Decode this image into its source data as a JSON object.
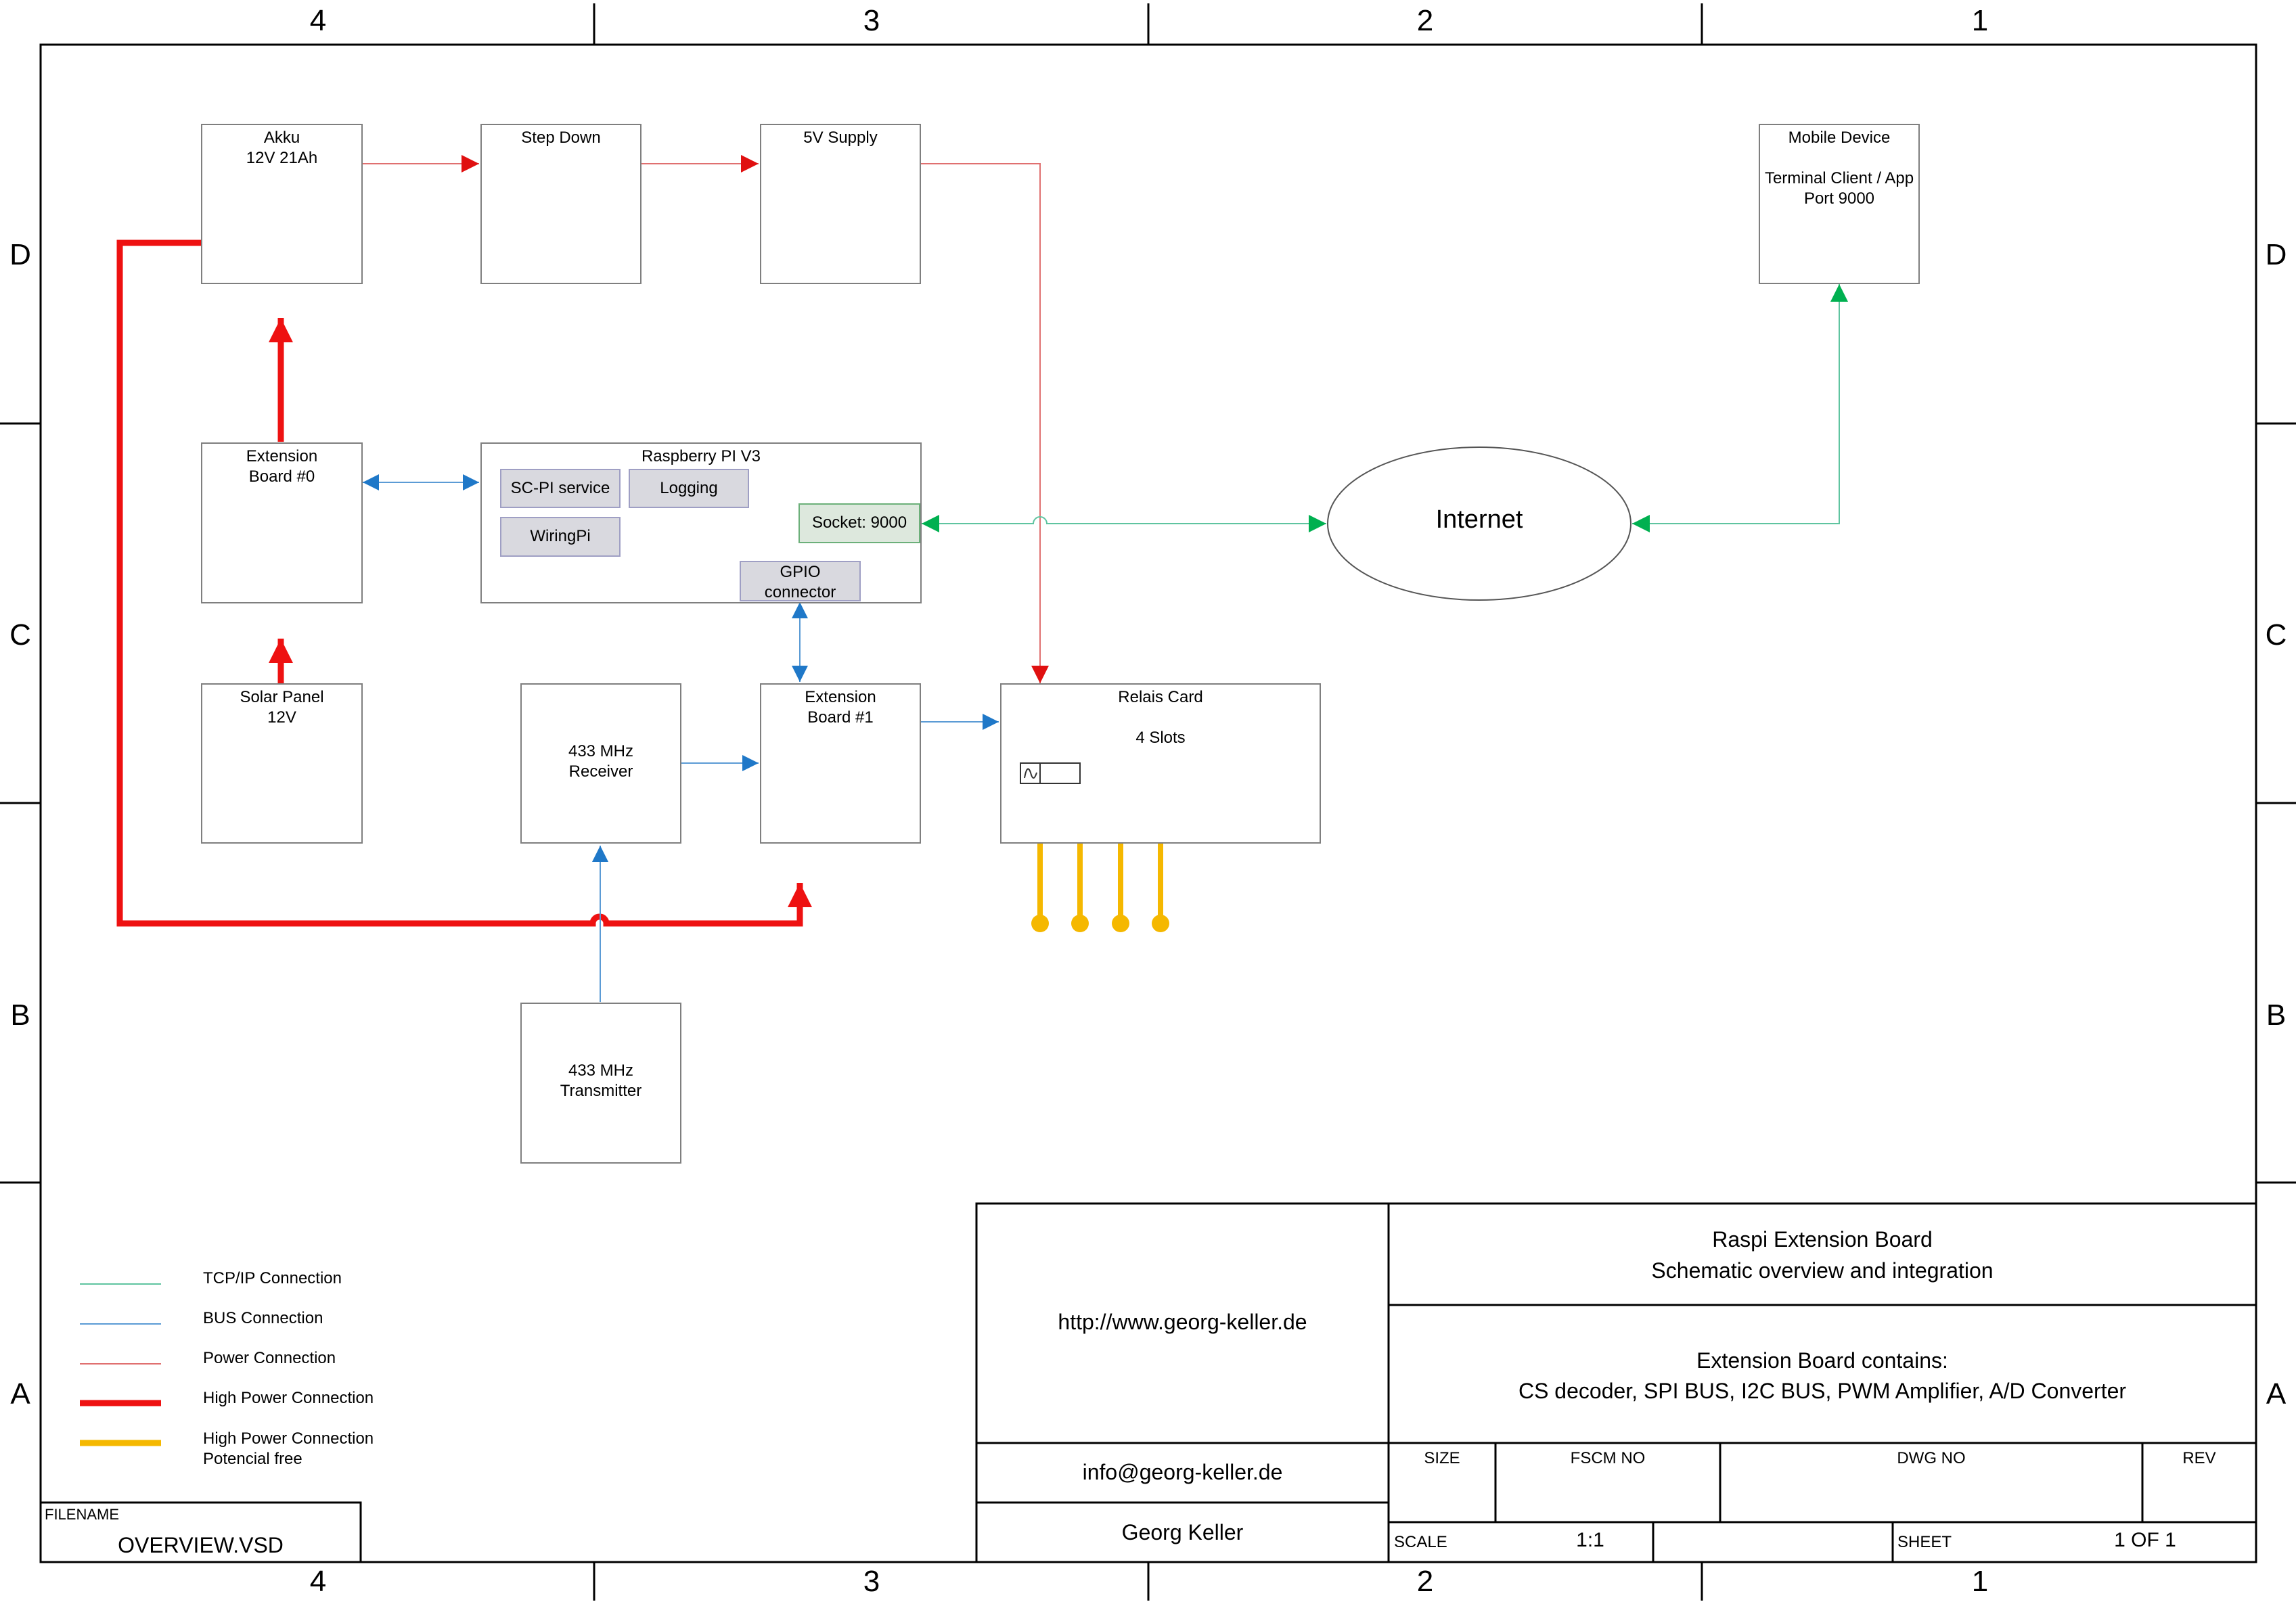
{
  "frame": {
    "col_labels": [
      "4",
      "3",
      "2",
      "1"
    ],
    "row_labels": [
      "D",
      "C",
      "B",
      "A"
    ]
  },
  "blocks": {
    "akku": "Akku\n12V 21Ah",
    "step_down": "Step Down",
    "supply_5v": "5V Supply",
    "mobile": "Mobile Device\n\nTerminal Client / App\nPort 9000",
    "ext0": "Extension\nBoard #0",
    "raspi": "Raspberry PI V3",
    "sc_pi": "SC-PI service",
    "logging": "Logging",
    "wiringpi": "WiringPi",
    "socket": "Socket: 9000",
    "gpio": "GPIO\nconnector",
    "internet": "Internet",
    "solar": "Solar Panel\n12V",
    "receiver": "433 MHz\nReceiver",
    "ext1": "Extension\nBoard #1",
    "relais": "Relais Card\n\n4 Slots",
    "transmitter": "433 MHz\nTransmitter"
  },
  "legend": [
    {
      "label": "TCP/IP Connection",
      "color": "#5fc4a0",
      "weight": "thin"
    },
    {
      "label": "BUS Connection",
      "color": "#5b9bd5",
      "weight": "thin"
    },
    {
      "label": "Power Connection",
      "color": "#e07070",
      "weight": "thin"
    },
    {
      "label": "High Power Connection",
      "color": "#ee1111",
      "weight": "thick"
    },
    {
      "label": "High Power Connection\nPotencial free",
      "color": "#f5b800",
      "weight": "thick"
    }
  ],
  "colors": {
    "tcp": "#00b050",
    "bus": "#1f78c8",
    "power": "#e06666",
    "high_power": "#ee1111",
    "potential_free": "#f5b800",
    "border": "#000000"
  },
  "title_block": {
    "filename_label": "FILENAME",
    "filename": "OVERVIEW.VSD",
    "url": "http://www.georg-keller.de",
    "email": "info@georg-keller.de",
    "author": "Georg Keller",
    "title_line1": "Raspi Extension Board",
    "title_line2": "Schematic overview and integration",
    "desc_line1": "Extension Board contains:",
    "desc_line2": "CS decoder, SPI BUS, I2C BUS, PWM Amplifier, A/D Converter",
    "size_label": "SIZE",
    "fscm_label": "FSCM NO",
    "dwg_label": "DWG NO",
    "rev_label": "REV",
    "scale_label": "SCALE",
    "scale": "1:1",
    "sheet_label": "SHEET",
    "sheet": "1 OF 1"
  }
}
